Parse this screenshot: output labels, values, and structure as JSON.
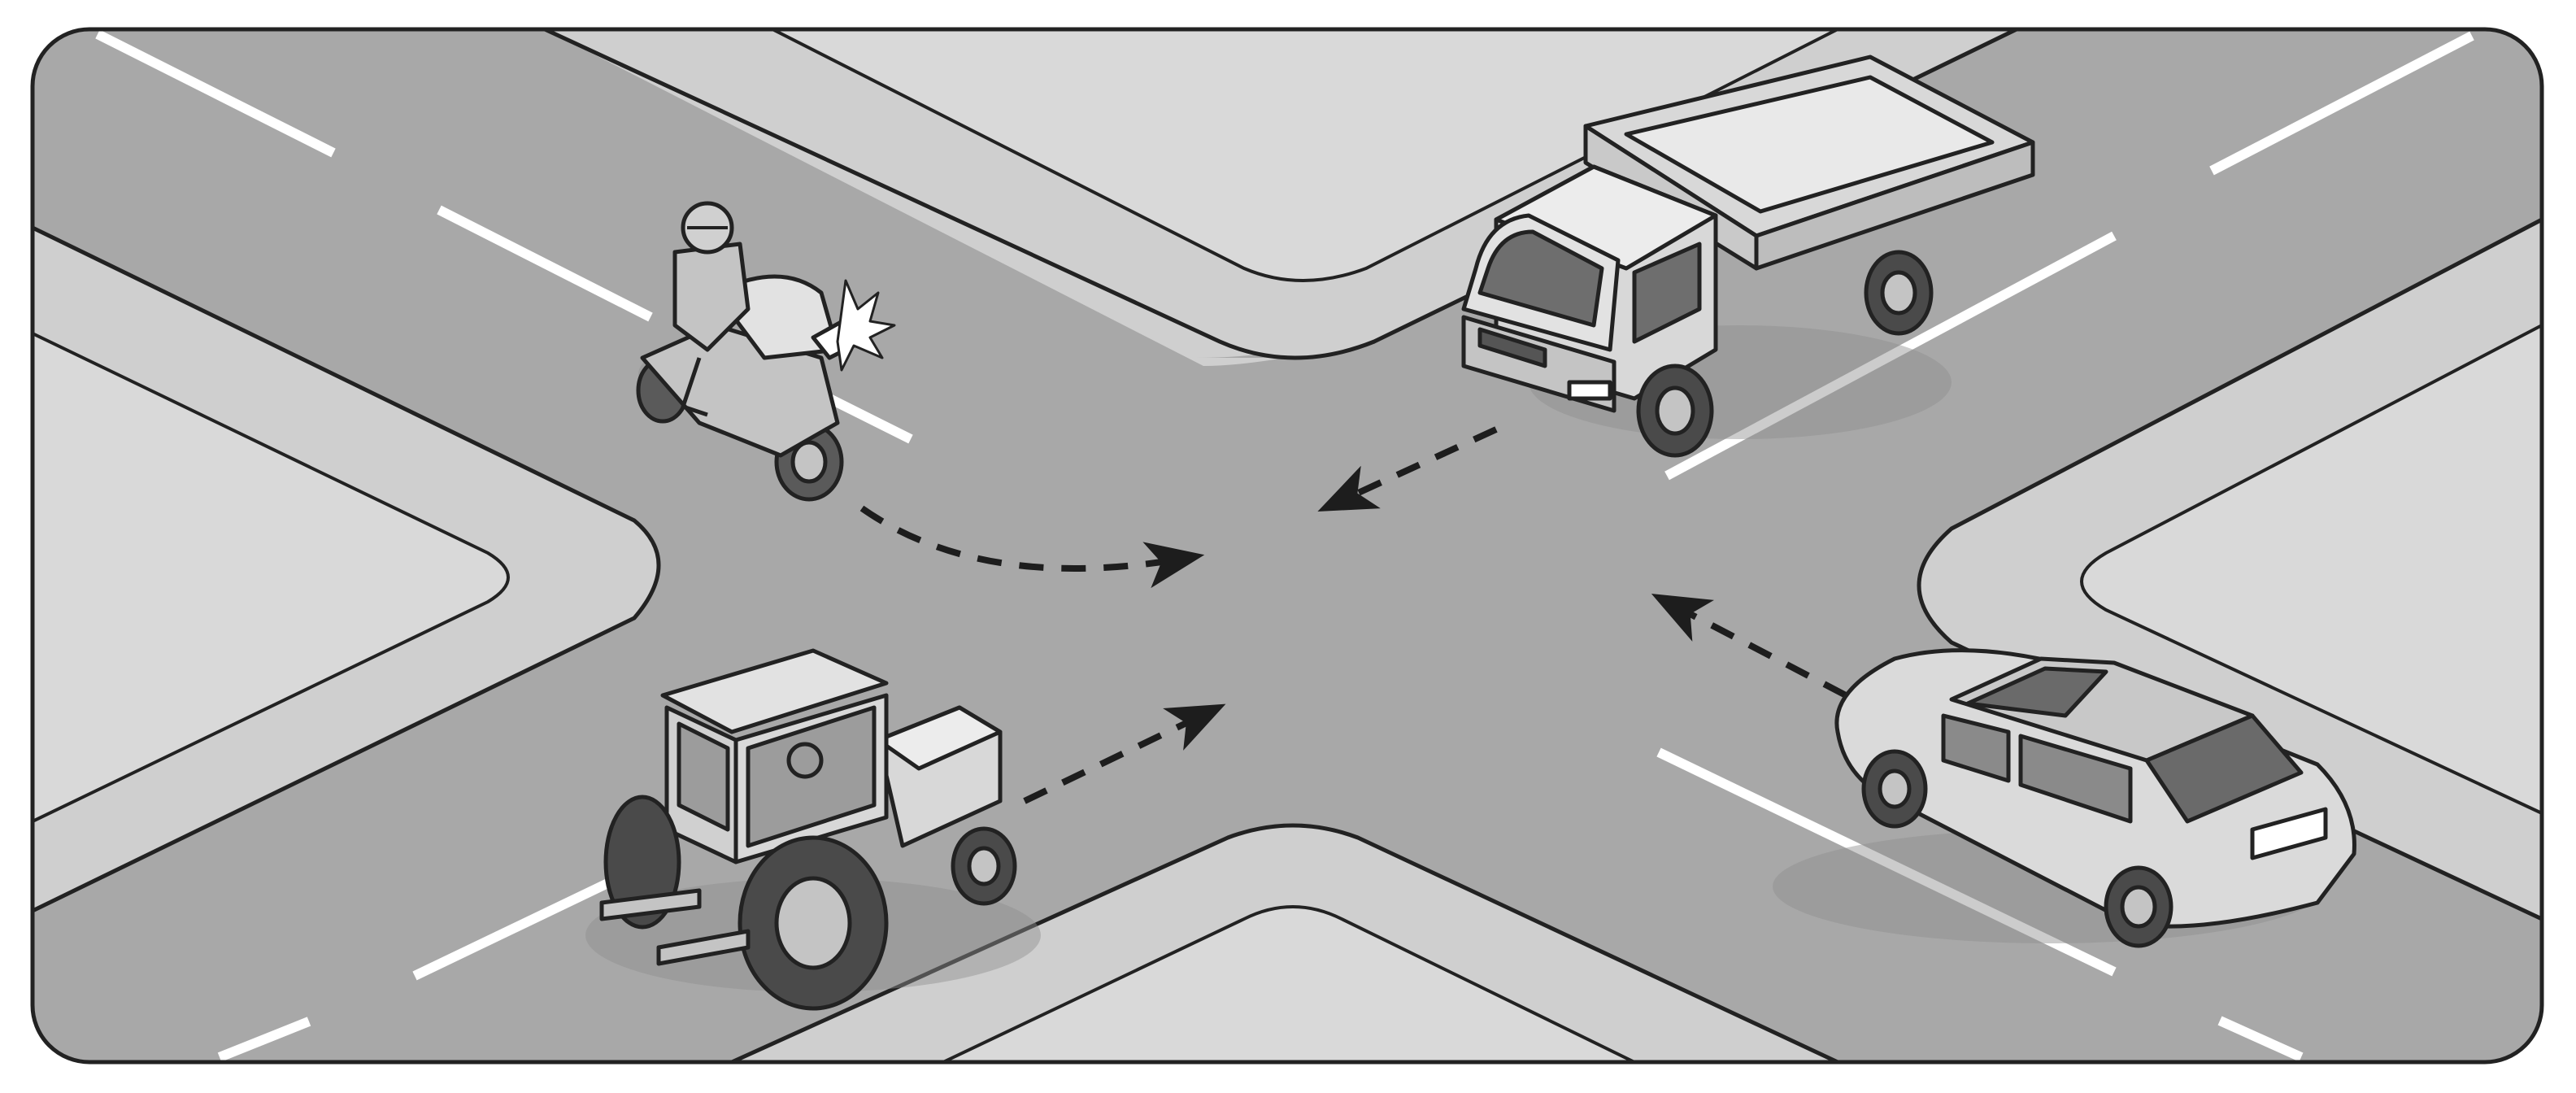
{
  "scene": {
    "palette": {
      "road": "#a8a8a8",
      "sidewalk": "#cfcfcf",
      "block": "#d8d8d8",
      "line": "#222222",
      "marking": "#ffffff",
      "vehicle_light": "#e2e2e2",
      "vehicle_mid": "#c4c4c4",
      "vehicle_dark": "#5a5a5a"
    },
    "vehicles": [
      {
        "kind": "motorcycle",
        "icon": "motorcycle-icon",
        "headlight": "on"
      },
      {
        "kind": "truck",
        "icon": "flatbed-truck-icon"
      },
      {
        "kind": "tractor",
        "icon": "tractor-icon"
      },
      {
        "kind": "car",
        "icon": "sedan-car-icon"
      }
    ],
    "paths": [
      {
        "vehicle": "motorcycle",
        "style": "dashed-curve"
      },
      {
        "vehicle": "truck",
        "style": "dashed-straight"
      },
      {
        "vehicle": "tractor",
        "style": "dashed-straight"
      },
      {
        "vehicle": "car",
        "style": "dashed-straight"
      }
    ]
  }
}
